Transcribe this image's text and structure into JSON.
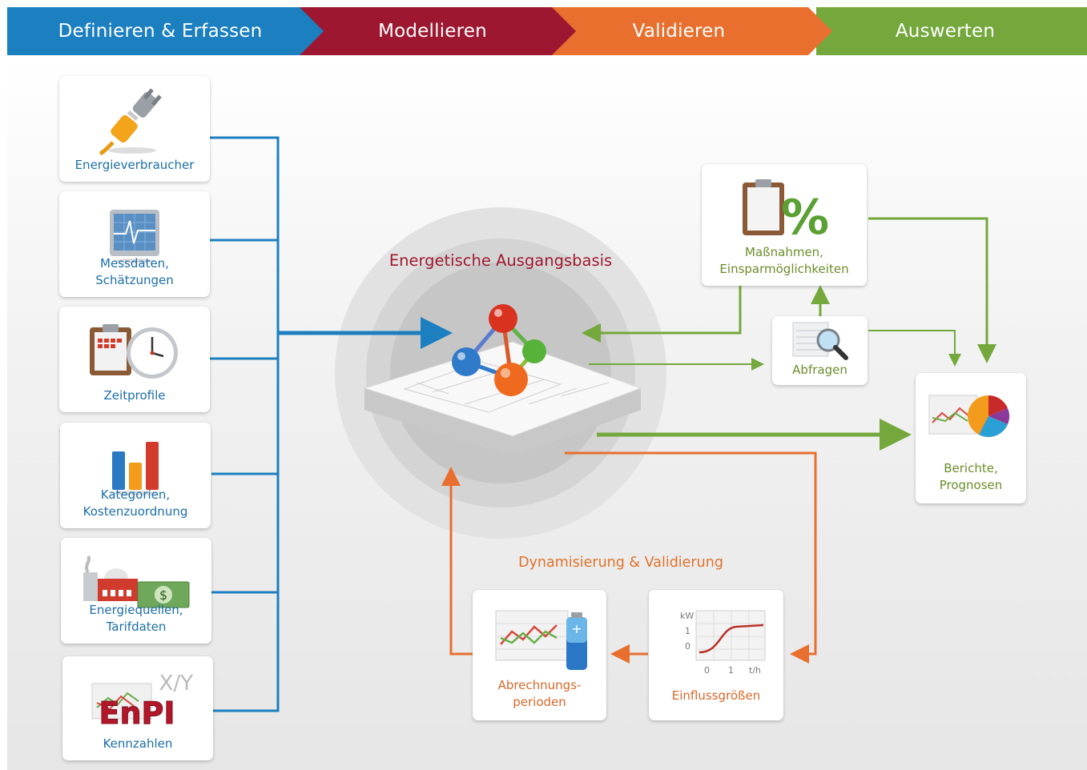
{
  "phases": [
    {
      "label": "Definieren & Erfassen",
      "color": "#1b7fc0"
    },
    {
      "label": "Modellieren",
      "color": "#9e1730"
    },
    {
      "label": "Validieren",
      "color": "#e86f2e"
    },
    {
      "label": "Auswerten",
      "color": "#74a83c"
    }
  ],
  "inputs": [
    {
      "label": "Energieverbraucher",
      "icon": "plug-icon"
    },
    {
      "label": "Messdaten,\nSchätzungen",
      "icon": "monitor-icon"
    },
    {
      "label": "Zeitprofile",
      "icon": "clock-icon"
    },
    {
      "label": "Kategorien,\nKostenzuordnung",
      "icon": "bar-chart-icon"
    },
    {
      "label": "Energiequellen,\nTarifdaten",
      "icon": "factory-icon"
    },
    {
      "label": "Kennzahlen",
      "icon": "enpi-icon",
      "icon_text": "EnPI",
      "axis_text": "X/Y"
    }
  ],
  "center": {
    "title": "Energetische Ausgangsbasis",
    "icon": "molecule-icon"
  },
  "outputs": {
    "massnahmen": {
      "label": "Maßnahmen,\nEinsparmöglichkeiten",
      "icon": "clipboard-percent-icon"
    },
    "abfragen": {
      "label": "Abfragen",
      "icon": "search-icon"
    },
    "berichte": {
      "label": "Berichte,\nPrognosen",
      "icon": "pie-chart-icon"
    }
  },
  "validation": {
    "title": "Dynamisierung & Validierung",
    "abrechnung": {
      "label": "Abrechnungs-\nperioden",
      "icon": "battery-chart-icon"
    },
    "einfluss": {
      "label": "Einflussgrößen",
      "icon": "curve-chart-icon",
      "y_unit": "kW",
      "y_ticks": [
        "1",
        "0"
      ],
      "x_ticks": [
        "0",
        "1",
        "t/h"
      ]
    }
  },
  "colors": {
    "blue": "#1b7fc0",
    "green": "#74a83c",
    "orange": "#e86f2e",
    "red": "#a0192f"
  }
}
